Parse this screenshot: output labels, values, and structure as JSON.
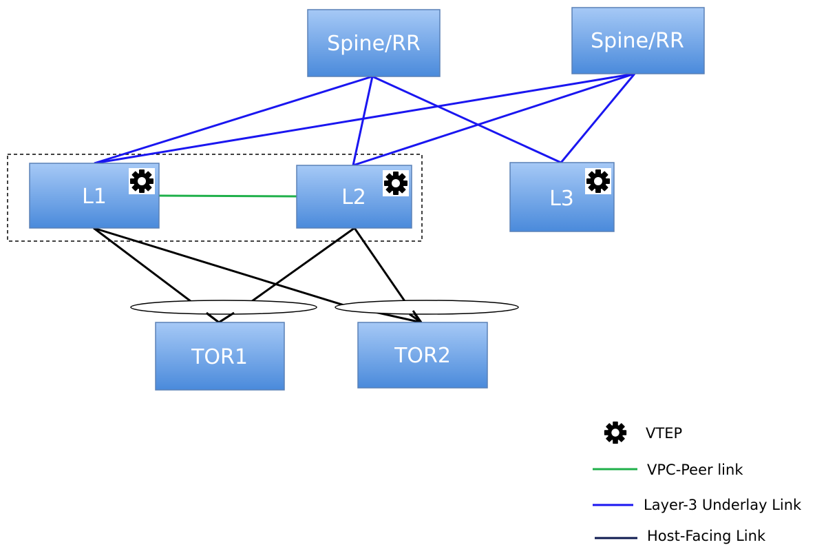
{
  "nodes": {
    "spine1": "Spine/RR",
    "spine2": "Spine/RR",
    "l1": "L1",
    "l2": "L2",
    "l3": "L3",
    "tor1": "TOR1",
    "tor2": "TOR2"
  },
  "legend": {
    "vtep": "VTEP",
    "vpc_peer_link": "VPC-Peer link",
    "layer3_underlay_link": "Layer-3 Underlay Link",
    "host_facing_link": "Host-Facing Link"
  },
  "colors": {
    "box_top": "#9fc5f5",
    "box_bottom": "#4f8fdd",
    "box_border": "#5a80b6",
    "underlay_link": "#1a16f0",
    "vpc_peer_link": "#1fb04a",
    "host_facing_link": "#000000",
    "host_facing_legend": "#0d1a4f"
  },
  "icons": {
    "vtep": "gear-icon"
  }
}
